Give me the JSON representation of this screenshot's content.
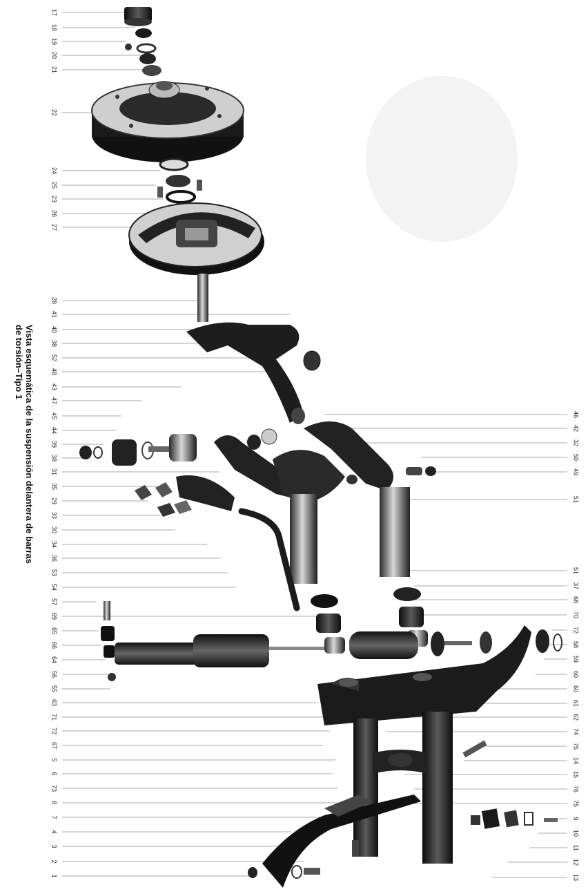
{
  "caption": {
    "line1": "Vista esquemática de la suspensión delantera de barras",
    "line2": "de torsión–Tipo 1"
  },
  "left_labels": [
    "17",
    "18",
    "19",
    "20",
    "21",
    "22",
    "24",
    "25",
    "23",
    "26",
    "27",
    "28",
    "41",
    "40",
    "38",
    "52",
    "48",
    "43",
    "47",
    "45",
    "44",
    "39",
    "38",
    "31",
    "35",
    "29",
    "33",
    "30",
    "34",
    "36",
    "53",
    "54",
    "57",
    "69",
    "65",
    "66",
    "64",
    "56",
    "55",
    "63",
    "71",
    "72",
    "67",
    "5",
    "6",
    "73",
    "8",
    "7",
    "4",
    "3",
    "2",
    "1"
  ],
  "right_labels": [
    "46",
    "42",
    "32",
    "50",
    "49",
    "51",
    "51",
    "37",
    "68",
    "70",
    "72",
    "58",
    "59",
    "60",
    "60",
    "61",
    "62",
    "74",
    "75",
    "14",
    "15",
    "76",
    "75",
    "9",
    "10",
    "11",
    "12",
    "13"
  ]
}
